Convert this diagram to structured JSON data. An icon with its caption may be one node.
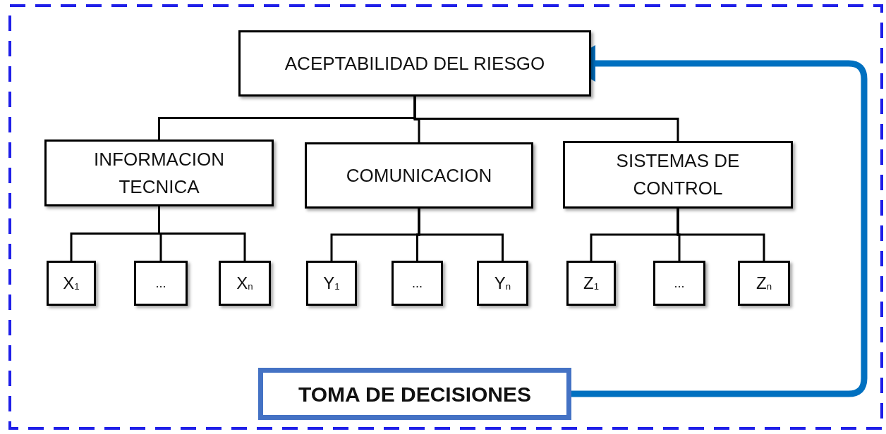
{
  "diagram": {
    "nodes": [
      {
        "text": [
          "ACEPTABILIDAD DEL RIESGO"
        ]
      },
      {
        "text": [
          "INFORMACION TECNICA"
        ]
      },
      {
        "text": [
          "COMUNICACION"
        ]
      },
      {
        "text": [
          "SISTEMAS DE CONTROL"
        ]
      },
      {
        "text": [
          "X$_{1}$"
        ]
      },
      {
        "text": [
          "..."
        ]
      },
      {
        "text": [
          "X$_{n}$"
        ]
      },
      {
        "text": [
          "Y$_{1}$"
        ]
      },
      {
        "text": [
          "..."
        ]
      },
      {
        "text": [
          "Y$_{n}$"
        ]
      },
      {
        "text": [
          "Z$_{1}$"
        ]
      },
      {
        "text": [
          "..."
        ]
      },
      {
        "text": [
          "Z$_{n}$"
        ]
      },
      {
        "text": [
          "TOMA DE DECISIONES"
        ]
      }
    ],
    "edges": [
      {
        "from": 0,
        "to": 1,
        "arrow": "none"
      },
      {
        "from": 0,
        "to": 2,
        "arrow": "none"
      },
      {
        "from": 0,
        "to": 3,
        "arrow": "none"
      },
      {
        "from": 1,
        "to": 4,
        "arrow": "none"
      },
      {
        "from": 1,
        "to": 5,
        "arrow": "none"
      },
      {
        "from": 1,
        "to": 6,
        "arrow": "none"
      },
      {
        "from": 2,
        "to": 7,
        "arrow": "none"
      },
      {
        "from": 2,
        "to": 8,
        "arrow": "none"
      },
      {
        "from": 2,
        "to": 9,
        "arrow": "none"
      },
      {
        "from": 3,
        "to": 10,
        "arrow": "none"
      },
      {
        "from": 3,
        "to": 11,
        "arrow": "none"
      },
      {
        "from": 3,
        "to": 12,
        "arrow": "none"
      },
      {
        "from": 13,
        "to": 0,
        "arrow": "to",
        "style": "thick",
        "color": "#0070c0"
      }
    ]
  }
}
